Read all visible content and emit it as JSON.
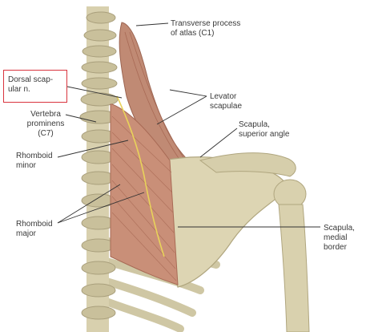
{
  "labels": {
    "dorsal_scapular": "Dorsal scap-\nular n.",
    "vertebra_prominens": "Vertebra\nprominens\n(C7)",
    "rhomboid_minor": "Rhomboid\nminor",
    "rhomboid_major": "Rhomboid\nmajor",
    "transverse_process": "Transverse process\nof atlas (C1)",
    "levator_scapulae": "Levator\nscapulae",
    "scapula_superior": "Scapula,\nsuperior angle",
    "scapula_medial": "Scapula,\nmedial\nborder"
  },
  "colors": {
    "bone": "#dcd4b2",
    "bone_shadow": "#b5ab86",
    "muscle": "#c98f78",
    "muscle_dark": "#a86a55",
    "nerve": "#e9d35a",
    "highlight": "#d9343e",
    "leader": "#333333"
  }
}
